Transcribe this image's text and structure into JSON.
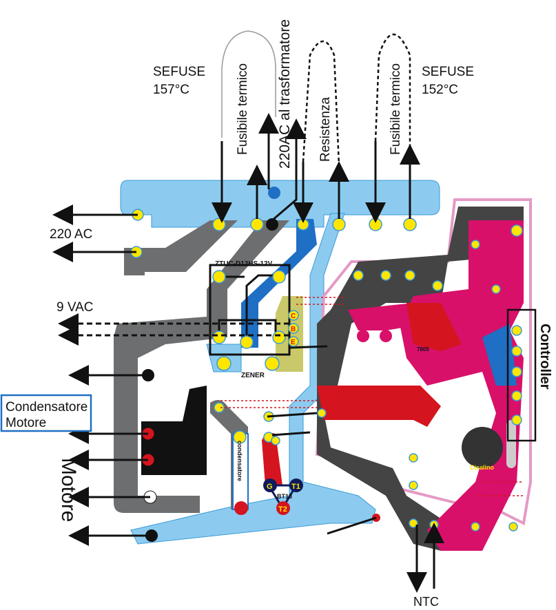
{
  "labels": {
    "sefuse_left": "SEFUSE",
    "sefuse_left_temp": "157°C",
    "fuse_left": "Fusibile termico",
    "transformer": "220AC al trasformatore",
    "resistor": "Resistenza",
    "fuse_right": "Fusibile termico",
    "sefuse_right": "SEFUSE",
    "sefuse_right_temp": "152°C",
    "ac_220": "220 AC",
    "vac_9": "9 VAC",
    "capacitor_motor_1": "Condensatore",
    "capacitor_motor_2": "Motore",
    "motor": "Motore",
    "ntc": "NTC",
    "controller": "Controller",
    "relay": "ZTUC-D12HS-12V",
    "zener": "ZENER",
    "capacitor": "condensatore",
    "triac": "BT13",
    "triac_g": "G",
    "triac_t1": "T1",
    "triac_t2": "T2",
    "regulator": "7805",
    "buzzer": "Cicalino",
    "pin_c": "C",
    "pin_b": "B",
    "pin_e": "E"
  },
  "colors": {
    "light_blue": "#8ccbef",
    "dark_blue": "#1f6fc4",
    "grey": "#6d6e70",
    "dark_grey": "#444",
    "red": "#d4141e",
    "magenta": "#d8106a",
    "pink": "#e49ac5",
    "pad": "#ffe600",
    "olive": "#c9c96a",
    "navy": "#0f1b5c"
  }
}
